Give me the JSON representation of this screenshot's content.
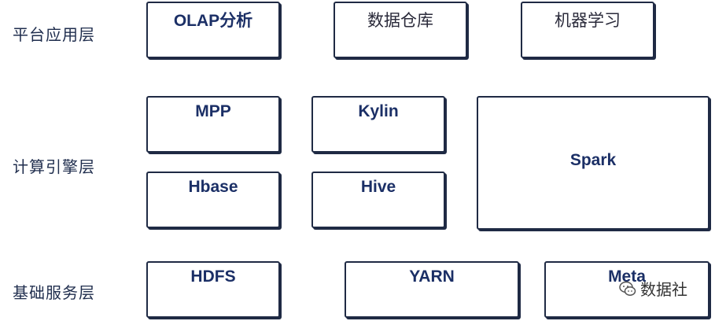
{
  "layers": {
    "platform": {
      "label": "平台应用层",
      "boxes": [
        "OLAP分析",
        "数据仓库",
        "机器学习"
      ]
    },
    "compute": {
      "label": "计算引擎层",
      "boxes": [
        "MPP",
        "Kylin",
        "Hbase",
        "Hive",
        "Spark"
      ]
    },
    "foundation": {
      "label": "基础服务层",
      "boxes": [
        "HDFS",
        "YARN",
        "Meta"
      ]
    }
  },
  "watermark": {
    "text": "数据社",
    "icon": "wechat-icon"
  }
}
